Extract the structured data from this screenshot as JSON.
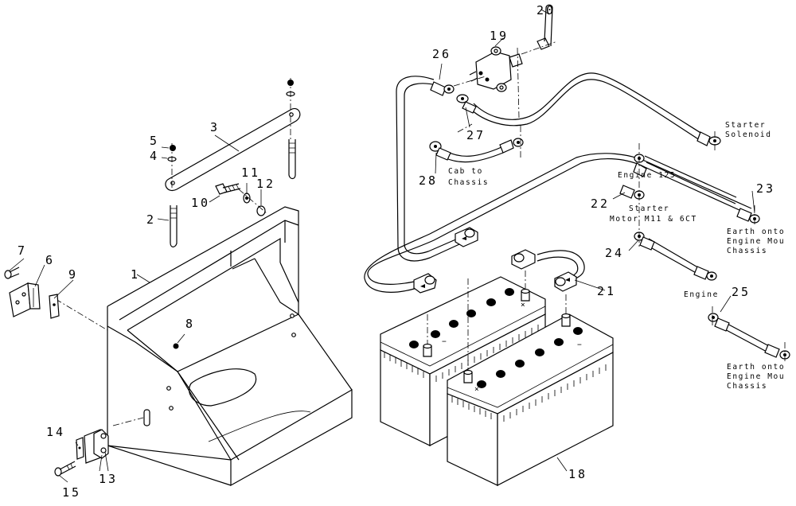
{
  "parts": {
    "p1": "1",
    "p2": "2",
    "p3": "3",
    "p4": "4",
    "p5": "5",
    "p6": "6",
    "p7": "7",
    "p8": "8",
    "p9": "9",
    "p10": "10",
    "p11": "11",
    "p12": "12",
    "p13": "13",
    "p14": "14",
    "p15": "15",
    "p18": "18",
    "p19": "19",
    "p20": "20",
    "p21": "21",
    "p22": "22",
    "p23": "23",
    "p24": "24",
    "p25": "25",
    "p26": "26",
    "p27": "27",
    "p28": "28"
  },
  "labels": {
    "starter_solenoid_1": "Starter",
    "starter_solenoid_2": "Solenoid",
    "cab_chassis_1": "Cab to",
    "cab_chassis_2": "Chassis",
    "engine_125": "Engine 125",
    "starter_motor_1": "Starter",
    "starter_motor_2": "Motor M11 & 6CT",
    "earth_upper_1": "Earth onto",
    "earth_upper_2": "Engine Mou",
    "earth_upper_3": "Chassis",
    "engine_mid": "Engine",
    "earth_lower_1": "Earth onto",
    "earth_lower_2": "Engine Mou",
    "earth_lower_3": "Chassis"
  },
  "symbols": {
    "battery_neg": "−",
    "battery_pos": "×"
  }
}
